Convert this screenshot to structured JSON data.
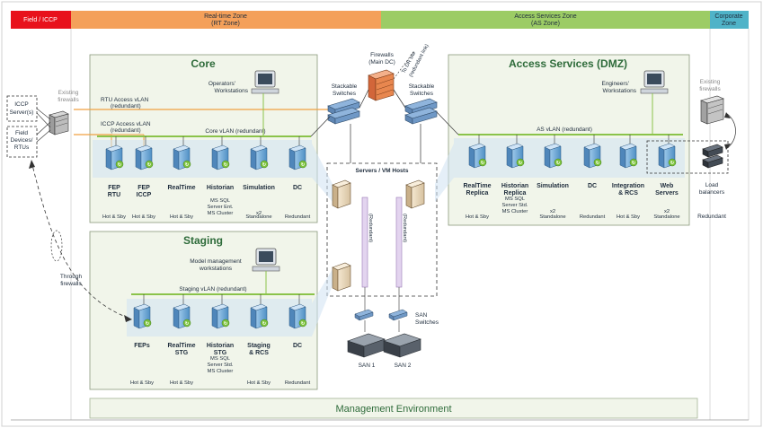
{
  "zones": {
    "field": "Field / ICCP",
    "rt_line1": "Real-time Zone",
    "rt_line2": "(RT Zone)",
    "as_line1": "Access Services Zone",
    "as_line2": "(AS Zone)",
    "corp_line1": "Corporate",
    "corp_line2": "Zone"
  },
  "left": {
    "existing_fw1": "Existing",
    "existing_fw2": "firewalls",
    "iccp1": "ICCP",
    "iccp2": "Server(s)",
    "field1": "Field",
    "field2": "Devices/",
    "field3": "RTUs",
    "through1": "Through",
    "through2": "firewalls"
  },
  "core": {
    "title": "Core",
    "ops1": "Operators'",
    "ops2": "Workstations",
    "rtu_vlan1": "RTU Access vLAN",
    "rtu_vlan2": "(redundant)",
    "iccp_vlan1": "ICCP Access vLAN",
    "iccp_vlan2": "(redundant)",
    "vlan": "Core vLAN (redundant)",
    "servers": [
      {
        "name1": "FEP",
        "name2": "RTU",
        "note1": "",
        "note2": "",
        "note3": "",
        "mode": "Hot & Sby"
      },
      {
        "name1": "FEP",
        "name2": "ICCP",
        "note1": "",
        "note2": "",
        "note3": "",
        "mode": "Hot & Sby"
      },
      {
        "name1": "RealTime",
        "name2": "",
        "note1": "",
        "note2": "",
        "note3": "",
        "mode": "Hot & Sby"
      },
      {
        "name1": "Historian",
        "name2": "",
        "note1": "MS SQL",
        "note2": "Server Ent.",
        "note3": "MS Cluster",
        "mode": ""
      },
      {
        "name1": "Simulation",
        "name2": "",
        "note1": "",
        "note2": "",
        "note3": "x2",
        "mode": "Standalone"
      },
      {
        "name1": "DC",
        "name2": "",
        "note1": "",
        "note2": "",
        "note3": "",
        "mode": "Redundant"
      }
    ]
  },
  "middle": {
    "stack1a": "Stackable",
    "stack1b": "Switches",
    "fw1": "Firewalls",
    "fw2": "(Main DC)",
    "dr1": "To DR site",
    "dr2": "(redundant link)",
    "stack2a": "Stackable",
    "stack2b": "Switches",
    "vm_title": "Servers / VM Hosts",
    "redundant": "(Redundant)",
    "san_sw1": "SAN",
    "san_sw2": "Switches",
    "san1": "SAN 1",
    "san2": "SAN 2"
  },
  "access": {
    "title": "Access Services (DMZ)",
    "eng1": "Engineers'",
    "eng2": "Workstations",
    "vlan": "AS vLAN (redundant)",
    "servers": [
      {
        "name1": "RealTime",
        "name2": "Replica",
        "note1": "",
        "note2": "",
        "note3": "",
        "mode": "Hot & Sby"
      },
      {
        "name1": "Historian",
        "name2": "Replica",
        "note1": "MS SQL",
        "note2": "Server Std.",
        "note3": "MS Cluster",
        "mode": ""
      },
      {
        "name1": "Simulation",
        "name2": "",
        "note1": "",
        "note2": "",
        "note3": "x2",
        "mode": "Standalone"
      },
      {
        "name1": "DC",
        "name2": "",
        "note1": "",
        "note2": "",
        "note3": "",
        "mode": "Redundant"
      },
      {
        "name1": "Integration",
        "name2": "& RCS",
        "note1": "",
        "note2": "",
        "note3": "",
        "mode": "Hot & Sby"
      },
      {
        "name1": "Web",
        "name2": "Servers",
        "note1": "",
        "note2": "",
        "note3": "x2",
        "mode": "Standalone"
      }
    ]
  },
  "corporate": {
    "fw1": "Existing",
    "fw2": "firewalls",
    "lb1": "Load",
    "lb2": "balancers",
    "lb_mode": "Redundant"
  },
  "staging": {
    "title": "Staging",
    "mgmt1": "Model management",
    "mgmt2": "workstations",
    "vlan": "Staging vLAN (redundant)",
    "servers": [
      {
        "name1": "FEPs",
        "name2": "",
        "note1": "",
        "note2": "",
        "note3": "",
        "mode": "Hot & Sby"
      },
      {
        "name1": "RealTime",
        "name2": "STG",
        "note1": "",
        "note2": "",
        "note3": "",
        "mode": "Hot & Sby"
      },
      {
        "name1": "Historian",
        "name2": "STG",
        "note1": "MS SQL",
        "note2": "Server Std.",
        "note3": "MS Cluster",
        "mode": ""
      },
      {
        "name1": "Staging",
        "name2": "& RCS",
        "note1": "",
        "note2": "",
        "note3": "",
        "mode": "Hot & Sby"
      },
      {
        "name1": "DC",
        "name2": "",
        "note1": "",
        "note2": "",
        "note3": "",
        "mode": "Redundant"
      }
    ]
  },
  "management": {
    "title": "Management Environment"
  },
  "colors": {
    "field_zone": "#e8111b",
    "rt_zone": "#f4a05a",
    "as_zone": "#9ccc65",
    "corp_zone": "#4fb3c8",
    "zone_panel": "#f1f5ea",
    "vlan_green": "#8bc34a",
    "access_orange": "#f0a040",
    "server_blue": "#6fa9d6"
  }
}
